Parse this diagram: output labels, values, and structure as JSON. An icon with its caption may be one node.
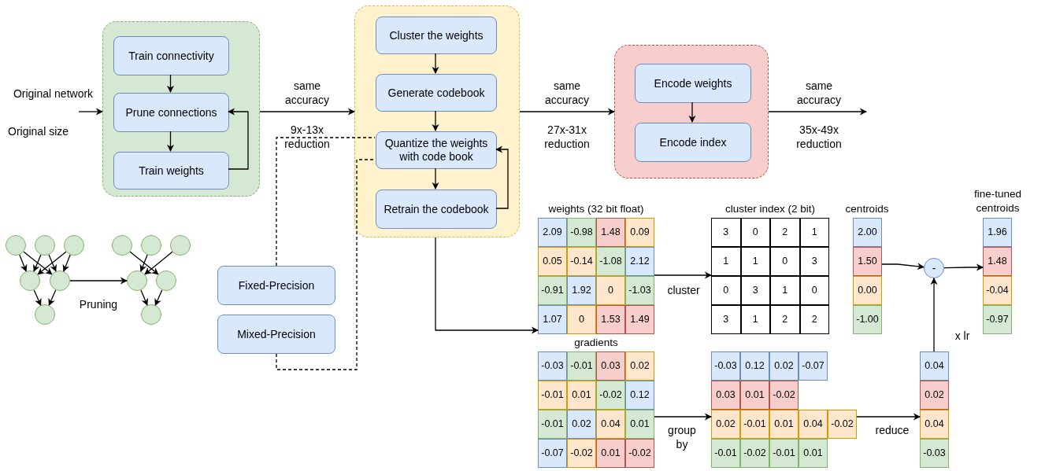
{
  "diagram": {
    "nodes": [
      {
        "text": [],
        "shape": "box"
      },
      {
        "text": [
          "Train connectivity"
        ],
        "in": 0
      },
      {
        "text": [
          "Prune connections"
        ],
        "in": 0
      },
      {
        "text": [
          "Train weights"
        ],
        "in": 0
      },
      {
        "text": [],
        "shape": "box"
      },
      {
        "text": [
          "Cluster the weights"
        ],
        "in": 4
      },
      {
        "text": [
          "Generate codebook"
        ],
        "in": 4
      },
      {
        "text": [
          "Quantize the weights with code book"
        ],
        "in": 4
      },
      {
        "text": [
          "Retrain the codebook"
        ],
        "in": 4
      },
      {
        "text": [],
        "shape": "box"
      },
      {
        "text": [
          "Encode weights"
        ],
        "in": 9
      },
      {
        "text": [
          "Encode index"
        ],
        "in": 9
      },
      {
        "text": [
          "Fixed-Precision"
        ]
      },
      {
        "text": [
          "Mixed-Precision"
        ]
      },
      {
        "text": [],
        "shape": "circle"
      },
      {
        "text": [],
        "shape": "circle"
      },
      {
        "text": [],
        "shape": "circle"
      },
      {
        "text": [],
        "shape": "circle"
      },
      {
        "text": [],
        "shape": "circle"
      },
      {
        "text": [],
        "shape": "circle"
      },
      {
        "text": [],
        "shape": "circle"
      },
      {
        "text": [],
        "shape": "circle"
      },
      {
        "text": [],
        "shape": "circle"
      },
      {
        "text": [],
        "shape": "circle"
      },
      {
        "text": [],
        "shape": "circle"
      },
      {
        "text": [],
        "shape": "circle"
      },
      {
        "text": [
          "weights (32 bit float)"
        ]
      },
      {
        "text": [
          "2.09"
        ],
        "in": 26
      },
      {
        "text": [
          "-0.98"
        ],
        "in": 26
      },
      {
        "text": [
          "1.48"
        ],
        "in": 26
      },
      {
        "text": [
          "0.09"
        ],
        "in": 26
      },
      {
        "text": [
          "0.05"
        ],
        "in": 26
      },
      {
        "text": [
          "-0.14"
        ],
        "in": 26
      },
      {
        "text": [
          "-1.08"
        ],
        "in": 26
      },
      {
        "text": [
          "2.12"
        ],
        "in": 26
      },
      {
        "text": [
          "-0.91"
        ],
        "in": 26
      },
      {
        "text": [
          "1.92"
        ],
        "in": 26
      },
      {
        "text": [
          "0"
        ],
        "in": 26
      },
      {
        "text": [
          "-1.03"
        ],
        "in": 26
      },
      {
        "text": [
          "1.07"
        ],
        "in": 26
      },
      {
        "text": [
          "0"
        ],
        "in": 26
      },
      {
        "text": [
          "1.53"
        ],
        "in": 26
      },
      {
        "text": [
          "1.49"
        ],
        "in": 26
      },
      {
        "text": [
          "cluster index (2 bit)"
        ]
      },
      {
        "text": [
          "3"
        ],
        "in": 43
      },
      {
        "text": [
          "0"
        ],
        "in": 43
      },
      {
        "text": [
          "2"
        ],
        "in": 43
      },
      {
        "text": [
          "1"
        ],
        "in": 43
      },
      {
        "text": [
          "1"
        ],
        "in": 43
      },
      {
        "text": [
          "1"
        ],
        "in": 43
      },
      {
        "text": [
          "0"
        ],
        "in": 43
      },
      {
        "text": [
          "3"
        ],
        "in": 43
      },
      {
        "text": [
          "0"
        ],
        "in": 43
      },
      {
        "text": [
          "3"
        ],
        "in": 43
      },
      {
        "text": [
          "1"
        ],
        "in": 43
      },
      {
        "text": [
          "0"
        ],
        "in": 43
      },
      {
        "text": [
          "3"
        ],
        "in": 43
      },
      {
        "text": [
          "1"
        ],
        "in": 43
      },
      {
        "text": [
          "2"
        ],
        "in": 43
      },
      {
        "text": [
          "2"
        ],
        "in": 43
      },
      {
        "text": [
          "centroids"
        ]
      },
      {
        "text": [
          "2.00"
        ],
        "in": 60
      },
      {
        "text": [
          "1.50"
        ],
        "in": 60
      },
      {
        "text": [
          "0.00"
        ],
        "in": 60
      },
      {
        "text": [
          "-1.00"
        ],
        "in": 60
      },
      {
        "text": [
          "fine-tuned centroids"
        ]
      },
      {
        "text": [
          "1.96"
        ],
        "in": 65
      },
      {
        "text": [
          "1.48"
        ],
        "in": 65
      },
      {
        "text": [
          "-0.04"
        ],
        "in": 65
      },
      {
        "text": [
          "-0.97"
        ],
        "in": 65
      },
      {
        "text": [
          "-"
        ]
      },
      {
        "text": [
          "gradients"
        ]
      },
      {
        "text": [
          "-0.03"
        ],
        "in": 71
      },
      {
        "text": [
          "-0.01"
        ],
        "in": 71
      },
      {
        "text": [
          "0.03"
        ],
        "in": 71
      },
      {
        "text": [
          "0.02"
        ],
        "in": 71
      },
      {
        "text": [
          "-0.01"
        ],
        "in": 71
      },
      {
        "text": [
          "0.01"
        ],
        "in": 71
      },
      {
        "text": [
          "-0.02"
        ],
        "in": 71
      },
      {
        "text": [
          "0.12"
        ],
        "in": 71
      },
      {
        "text": [
          "-0.01"
        ],
        "in": 71
      },
      {
        "text": [
          "0.02"
        ],
        "in": 71
      },
      {
        "text": [
          "0.04"
        ],
        "in": 71
      },
      {
        "text": [
          "0.01"
        ],
        "in": 71
      },
      {
        "text": [
          "-0.07"
        ],
        "in": 71
      },
      {
        "text": [
          "-0.02"
        ],
        "in": 71
      },
      {
        "text": [
          "0.01"
        ],
        "in": 71
      },
      {
        "text": [
          "-0.02"
        ],
        "in": 71
      },
      {
        "text": [
          "-0.03"
        ]
      },
      {
        "text": [
          "0.12"
        ]
      },
      {
        "text": [
          "0.02"
        ]
      },
      {
        "text": [
          "-0.07"
        ]
      },
      {
        "text": [
          "0.03"
        ]
      },
      {
        "text": [
          "0.01"
        ]
      },
      {
        "text": [
          "-0.02"
        ]
      },
      {
        "text": [
          "0.02"
        ]
      },
      {
        "text": [
          "-0.01"
        ]
      },
      {
        "text": [
          "0.01"
        ]
      },
      {
        "text": [
          "0.04"
        ]
      },
      {
        "text": [
          "-0.02"
        ]
      },
      {
        "text": [
          "-0.01"
        ]
      },
      {
        "text": [
          "-0.02"
        ]
      },
      {
        "text": [
          "-0.01"
        ]
      },
      {
        "text": [
          "0.01"
        ]
      },
      {
        "text": [
          "0.04"
        ]
      },
      {
        "text": [
          "0.02"
        ]
      },
      {
        "text": [
          "0.04"
        ]
      },
      {
        "text": [
          "-0.03"
        ]
      }
    ],
    "edges": [
      {
        "from": null,
        "to": 0,
        "arrow": "to",
        "label": "Original network"
      },
      {
        "from": 1,
        "to": 2,
        "arrow": "to"
      },
      {
        "from": 2,
        "to": 3,
        "arrow": "to"
      },
      {
        "from": 3,
        "to": 2,
        "arrow": "to"
      },
      {
        "from": 0,
        "to": 4,
        "arrow": "to",
        "label": "same accuracy"
      },
      {
        "from": 5,
        "to": 6,
        "arrow": "to"
      },
      {
        "from": 6,
        "to": 7,
        "arrow": "to"
      },
      {
        "from": 7,
        "to": 8,
        "arrow": "to"
      },
      {
        "from": 8,
        "to": 7,
        "arrow": "to"
      },
      {
        "from": 4,
        "to": 9,
        "arrow": "to",
        "label": "same accuracy"
      },
      {
        "from": 10,
        "to": 11,
        "arrow": "to"
      },
      {
        "from": 9,
        "to": null,
        "arrow": "to",
        "label": "same accuracy"
      },
      {
        "from": 12,
        "to": 7,
        "arrow": "none",
        "style": "dashed"
      },
      {
        "from": 13,
        "to": 7,
        "arrow": "none",
        "style": "dashed"
      },
      {
        "from": 4,
        "to": 26,
        "arrow": "to"
      },
      {
        "from": 14,
        "to": 17,
        "arrow": "to"
      },
      {
        "from": 14,
        "to": 18,
        "arrow": "to"
      },
      {
        "from": 15,
        "to": 17,
        "arrow": "to"
      },
      {
        "from": 15,
        "to": 18,
        "arrow": "to"
      },
      {
        "from": 16,
        "to": 17,
        "arrow": "to"
      },
      {
        "from": 16,
        "to": 18,
        "arrow": "to"
      },
      {
        "from": 17,
        "to": 19,
        "arrow": "to"
      },
      {
        "from": 18,
        "to": 19,
        "arrow": "to"
      },
      {
        "from": 18,
        "to": 23,
        "arrow": "to",
        "label": "Pruning"
      },
      {
        "from": 20,
        "to": 24,
        "arrow": "to"
      },
      {
        "from": 21,
        "to": 23,
        "arrow": "to"
      },
      {
        "from": 22,
        "to": 23,
        "arrow": "to"
      },
      {
        "from": 23,
        "to": 25,
        "arrow": "to"
      },
      {
        "from": 24,
        "to": 25,
        "arrow": "to"
      },
      {
        "from": 26,
        "to": 43,
        "arrow": "to",
        "label": "cluster"
      },
      {
        "from": 62,
        "to": 70,
        "arrow": "to"
      },
      {
        "from": 70,
        "to": 67,
        "arrow": "to"
      },
      {
        "from": 104,
        "to": 70,
        "arrow": "to",
        "label": "x lr"
      },
      {
        "from": 71,
        "to": 95,
        "arrow": "to",
        "label": "group by"
      },
      {
        "from": 99,
        "to": 106,
        "arrow": "to",
        "label": "reduce"
      }
    ],
    "labels": [
      "Original size",
      "9x-13x reduction",
      "27x-31x reduction",
      "35x-49x reduction"
    ]
  }
}
